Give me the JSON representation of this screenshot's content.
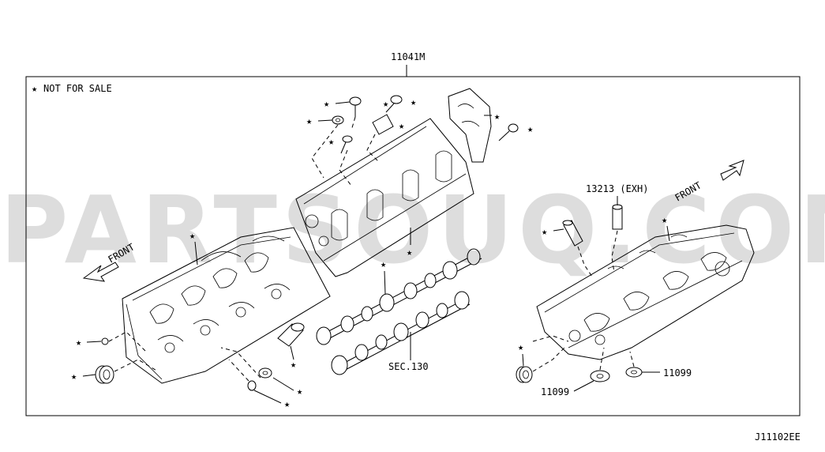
{
  "title_part": "11041M",
  "legend": "NOT FOR SALE",
  "legend_mark": "★",
  "front_left": "FRONT",
  "front_right": "FRONT",
  "part_13213": "13213 (EXH)",
  "section_ref": "SEC.130",
  "part_11099_a": "11099",
  "part_11099_b": "11099",
  "diagram_code": "J11102EE",
  "watermark": "PARTSOUQ.COM"
}
